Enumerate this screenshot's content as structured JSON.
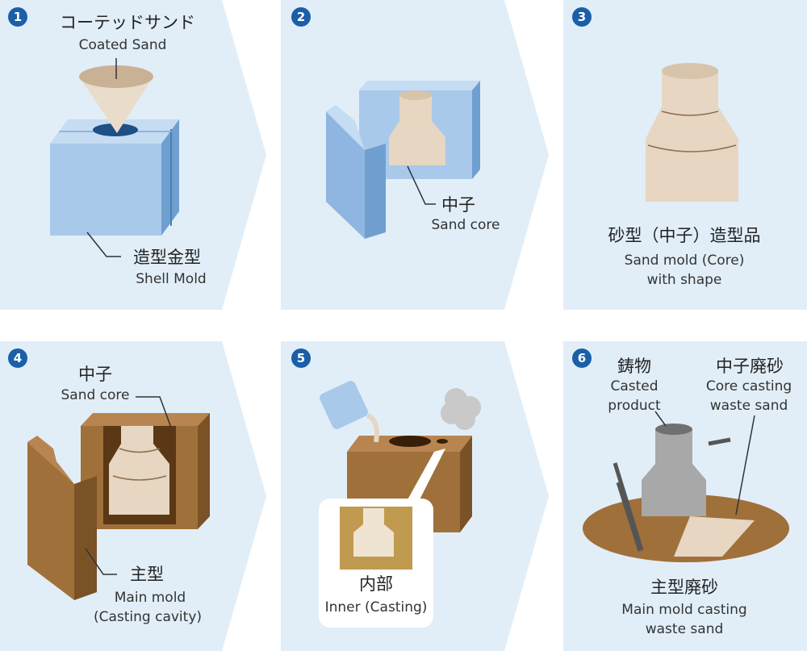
{
  "steps": [
    {
      "num": "1",
      "jp": "コーテッドサンド",
      "en": "Coated Sand",
      "jp2": "造型金型",
      "en2": "Shell Mold"
    },
    {
      "num": "2",
      "jp": "中子",
      "en": "Sand core"
    },
    {
      "num": "3",
      "jp": "砂型（中子）造型品",
      "en": "Sand mold (Core)",
      "en_b": "with shape"
    },
    {
      "num": "4",
      "jp": "中子",
      "en": "Sand core",
      "jp2": "主型",
      "en2": "Main mold",
      "en2_b": "(Casting cavity)"
    },
    {
      "num": "5",
      "jp": "内部",
      "en": "Inner (Casting)"
    },
    {
      "num": "6",
      "jp": "鋳物",
      "en": "Casted",
      "en_b": "product",
      "jp2": "中子廃砂",
      "en2": "Core casting",
      "en2_b": "waste sand",
      "jp3": "主型廃砂",
      "en3": "Main mold casting",
      "en3_b": "waste sand"
    }
  ],
  "colors": {
    "panel": "#e1eef8",
    "step_badge": "#1a5fa8",
    "sand": "#e6d6c2",
    "metal_blue": "#a9c9ea",
    "mold_brown": "#a0703a",
    "iron_gray": "#a8a8a8"
  }
}
